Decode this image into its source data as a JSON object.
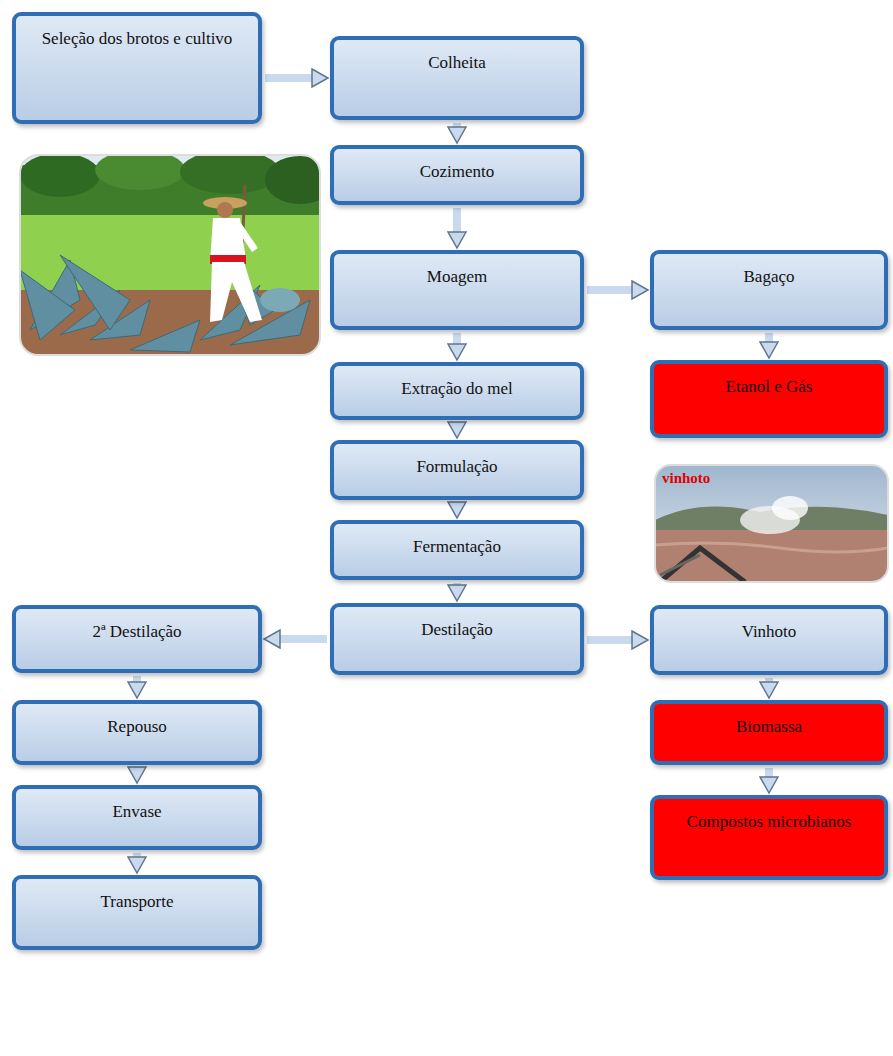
{
  "diagram": {
    "nodes": [
      {
        "text": [
          "Seleção dos brotos e cultivo"
        ]
      },
      {
        "text": [
          "Colheita"
        ]
      },
      {
        "text": [
          "Cozimento"
        ]
      },
      {
        "text": [
          "Moagem"
        ]
      },
      {
        "text": [
          "Bagaço"
        ]
      },
      {
        "text": [
          "Etanol e Gás"
        ]
      },
      {
        "text": [
          "Extração do mel"
        ]
      },
      {
        "text": [
          "Formulação"
        ]
      },
      {
        "text": [
          "Fermentação"
        ]
      },
      {
        "text": [
          "Destilação"
        ]
      },
      {
        "text": [
          "2ª Destilação"
        ]
      },
      {
        "text": [
          "Vinhoto"
        ]
      },
      {
        "text": [
          "Repouso"
        ]
      },
      {
        "text": [
          "Biomassa"
        ]
      },
      {
        "text": [
          "Envase"
        ]
      },
      {
        "text": [
          "Compostos microbianos"
        ]
      },
      {
        "text": [
          "Transporte"
        ]
      }
    ],
    "edges": [
      {
        "from": 0,
        "to": 1,
        "arrow": "to"
      },
      {
        "from": 1,
        "to": 2,
        "arrow": "to"
      },
      {
        "from": 2,
        "to": 3,
        "arrow": "to"
      },
      {
        "from": 3,
        "to": 4,
        "arrow": "to"
      },
      {
        "from": 4,
        "to": 5,
        "arrow": "to"
      },
      {
        "from": 3,
        "to": 6,
        "arrow": "to"
      },
      {
        "from": 6,
        "to": 7,
        "arrow": "to"
      },
      {
        "from": 7,
        "to": 8,
        "arrow": "to"
      },
      {
        "from": 8,
        "to": 9,
        "arrow": "to"
      },
      {
        "from": 9,
        "to": 10,
        "arrow": "to"
      },
      {
        "from": 9,
        "to": 11,
        "arrow": "to"
      },
      {
        "from": 11,
        "to": 13,
        "arrow": "to"
      },
      {
        "from": 13,
        "to": 15,
        "arrow": "to"
      },
      {
        "from": 10,
        "to": 12,
        "arrow": "to"
      },
      {
        "from": 12,
        "to": 14,
        "arrow": "to"
      },
      {
        "from": 14,
        "to": 16,
        "arrow": "to"
      }
    ],
    "labels": [
      "vinhoto"
    ]
  }
}
